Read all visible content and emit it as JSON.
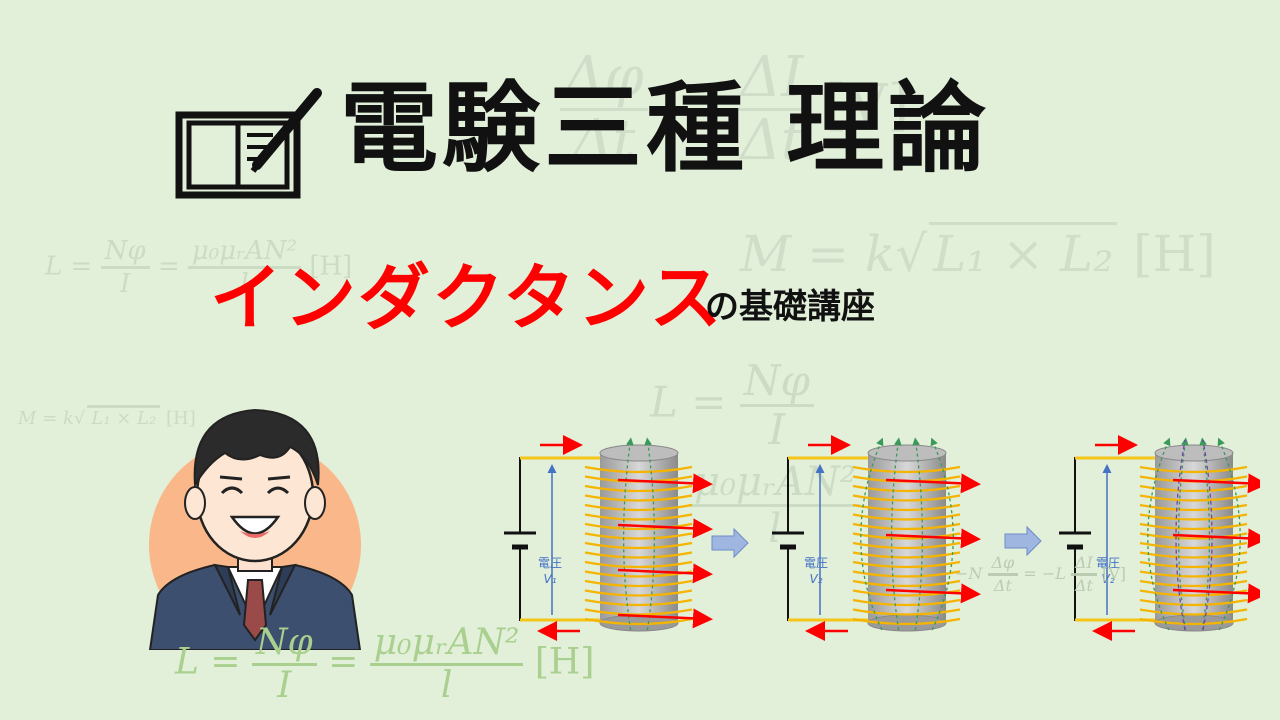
{
  "title": "電験三種 理論",
  "subtitle": {
    "highlight": "インダクタンス",
    "suffix": "の基礎講座"
  },
  "background_formulas": {
    "emf": {
      "lhs_num": "Δφ",
      "lhs_den": "Δt",
      "rhs_num": "ΔI",
      "rhs_den": "Δt",
      "unit": "[V]"
    },
    "mutual": {
      "lhs": "M = k",
      "inner": "L₁ × L₂",
      "unit": "[H]"
    },
    "inductance": {
      "lhs": "L =",
      "frac1_num": "Nφ",
      "frac1_den": "I",
      "eq": "=",
      "frac2_num": "μ₀μᵣAN²",
      "frac2_den": "l",
      "unit": "[H]"
    },
    "emf_small": {
      "lhs": "−N",
      "frac1_num": "Δφ",
      "frac1_den": "Δt",
      "mid": "= −L",
      "frac2_num": "ΔI",
      "frac2_den": "Δt",
      "unit": "[V]"
    }
  },
  "circuit_labels": {
    "voltage": "電圧",
    "v1": "V₁",
    "v2": "V₂"
  },
  "colors": {
    "background": "#e2efd9",
    "accent_red": "#ff0000",
    "coil": "#f5b400",
    "wire": "#f5c518",
    "formula_green": "#a9d08e",
    "circle": "#f9b78a",
    "suit": "#3d4f6e"
  },
  "icons": [
    "book-pen-icon",
    "arrow-right-icon"
  ]
}
